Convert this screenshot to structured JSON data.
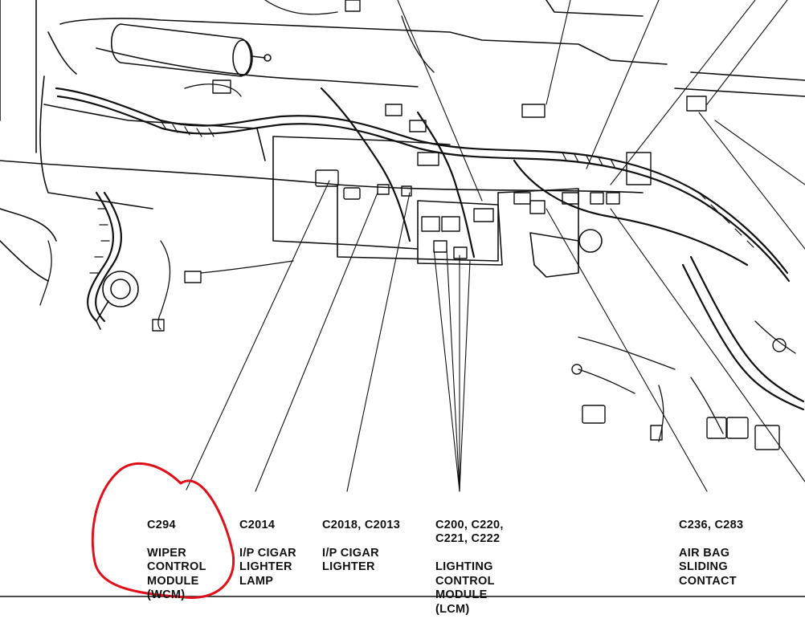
{
  "callouts": {
    "c294": {
      "codes": "C294",
      "description": "WIPER\nCONTROL\nMODULE\n(WCM)"
    },
    "c2014": {
      "codes": "C2014",
      "description": "I/P CIGAR\nLIGHTER\nLAMP"
    },
    "c2018": {
      "codes": "C2018, C2013",
      "description": "I/P CIGAR\nLIGHTER"
    },
    "c200": {
      "codes": "C200, C220,\nC221, C222",
      "description": "LIGHTING\nCONTROL\nMODULE\n(LCM)"
    },
    "c236": {
      "codes": "C236, C283",
      "description": "AIR BAG\nSLIDING\nCONTACT"
    }
  },
  "highlight": {
    "shape": "hand-drawn circle",
    "color": "#e0101a",
    "target": "c294"
  },
  "colors": {
    "line_art": "#111111",
    "background": "#ffffff"
  }
}
